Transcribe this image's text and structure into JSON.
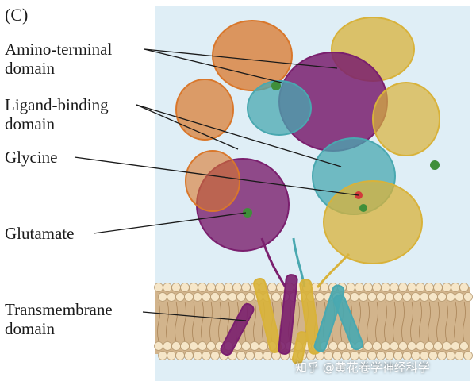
{
  "panel_letter": "(C)",
  "labels": {
    "amino_terminal": [
      "Amino-terminal",
      "domain"
    ],
    "ligand_binding": [
      "Ligand-binding",
      "domain"
    ],
    "glycine": "Glycine",
    "glutamate": "Glutamate",
    "transmembrane": [
      "Transmembrane",
      "domain"
    ]
  },
  "watermark": "知乎 @黄花卷学神经科学",
  "colors": {
    "background": "#dfeef6",
    "membrane_head": "#f6e6c8",
    "membrane_tail": "#d2b48c",
    "subunit_purple": "#7a1f6e",
    "subunit_orange": "#d9772b",
    "subunit_yellow": "#d8b23a",
    "subunit_teal": "#49a8b0",
    "ligand_green": "#3f8f3a",
    "glycine_marker": "#d23b3b",
    "leader_line": "#1a1a1a"
  }
}
